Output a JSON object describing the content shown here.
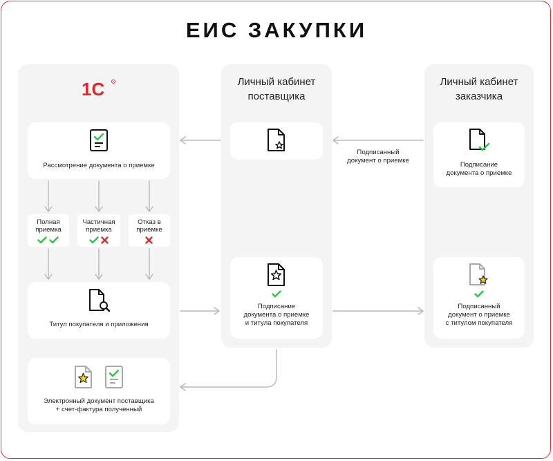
{
  "title": "ЕИС ЗАКУПКИ",
  "colors": {
    "accent": "#e3262b",
    "check": "#29c641",
    "cross": "#e3262b",
    "star": "#f2d21c",
    "arrow": "#b8b8b8"
  },
  "left": {
    "logo": "1С",
    "review": {
      "label": "Рассмотрение документа о приемке",
      "icon": "document-check-icon"
    },
    "options": [
      {
        "label_line1": "Полная",
        "label_line2": "приемка",
        "marks": [
          "check",
          "check"
        ]
      },
      {
        "label_line1": "Частичная",
        "label_line2": "приемка",
        "marks": [
          "check",
          "cross"
        ]
      },
      {
        "label_line1": "Отказ в",
        "label_line2": "приемке",
        "marks": [
          "cross"
        ]
      }
    ],
    "buyer_title": {
      "label": "Титул покупателя и приложения",
      "icon": "document-search-icon"
    },
    "received": {
      "line1": "Электронный документ поставщика",
      "line2": "+ счет-фактура полученный"
    }
  },
  "supplier": {
    "header_line1": "Личный кабинет",
    "header_line2": "поставщика",
    "top_card_icon": "document-star-icon",
    "sign": {
      "line1": "Подписание",
      "line2": "документа о приемке",
      "line3": "и титула покупателя"
    }
  },
  "customer": {
    "header_line1": "Личный кабинет",
    "header_line2": "заказчика",
    "sign": {
      "line1": "Подписание",
      "line2": "документа о приемке"
    },
    "signed": {
      "line1": "Подписанный",
      "line2": "документ о приемке",
      "line3": "с титулом покупателя"
    }
  },
  "flow_note": {
    "line1": "Подписанный",
    "line2": "документ о приемке"
  }
}
